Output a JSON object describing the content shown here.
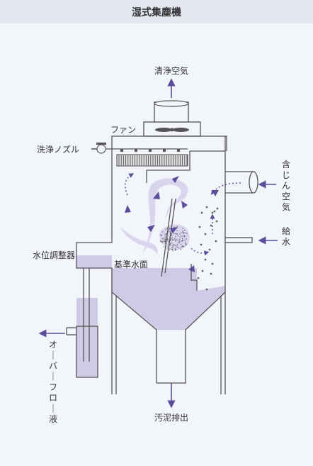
{
  "title": "湿式集塵機",
  "labels": {
    "clean_air": "清浄空気",
    "fan": "ファン",
    "wash_nozzle": "洗浄ノズル",
    "dusty_air": "含じん空気",
    "water_supply": "給水",
    "water_level_regulator": "水位調整器",
    "reference_water_level": "基準水面",
    "overflow_liquid": "オーバーフロー液",
    "sludge_discharge": "汚泥排出"
  },
  "colors": {
    "background": "#f2f5fa",
    "header": "#e3e8f0",
    "outline": "#555555",
    "arrow": "#5a4e9c",
    "water": "#cfcbe6",
    "swirl": "#d9d5ee",
    "particle": "#666666"
  }
}
